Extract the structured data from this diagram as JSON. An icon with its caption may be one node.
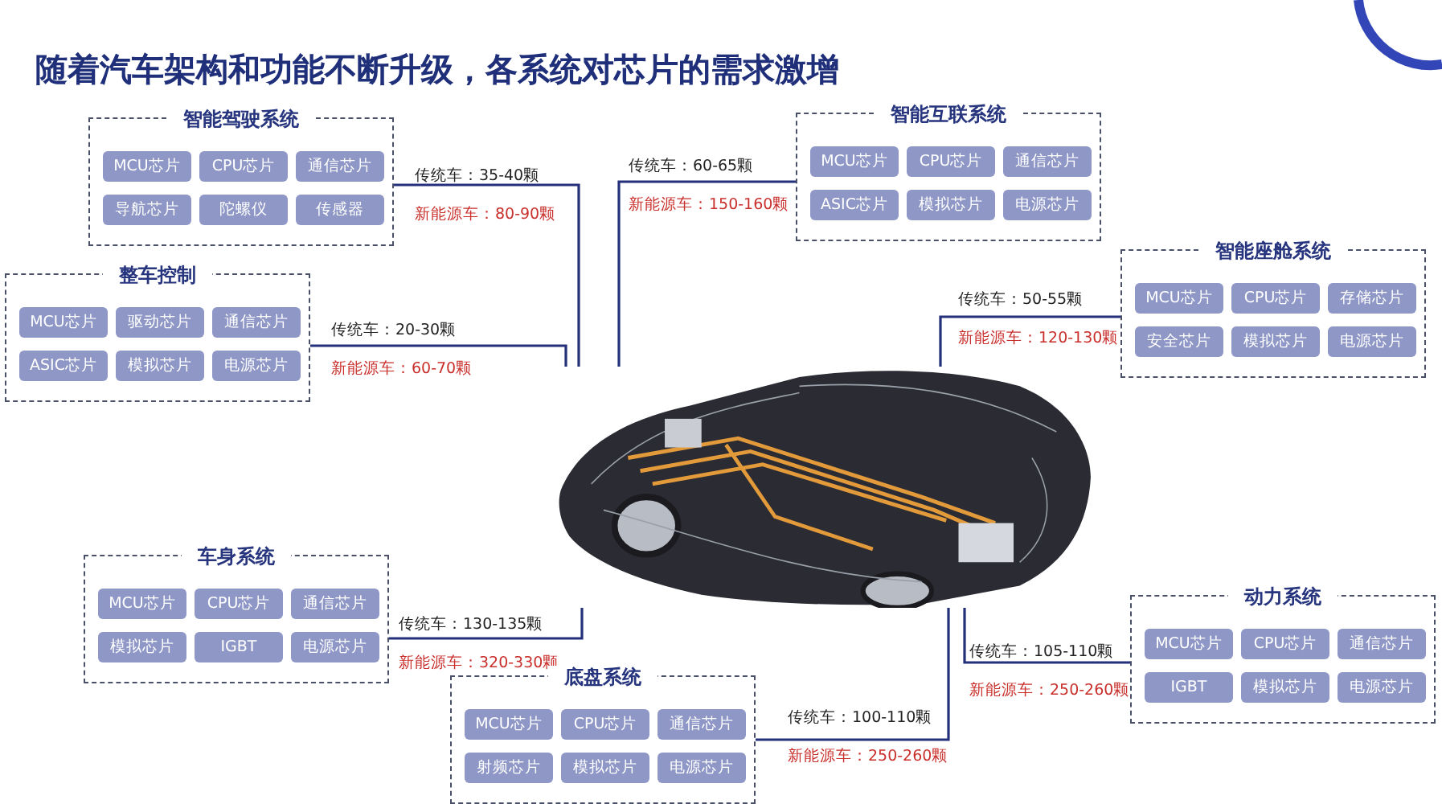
{
  "diagram": {
    "title": "随着汽车架构和功能不断升级，各系统对芯片的需求激增",
    "nodes": [
      {
        "text": [
          "智能驾驶系统"
        ],
        "beside": [
          "传统车：35-40颗",
          "新能源车：80-90颗"
        ]
      },
      {
        "text": [
          "MCU芯片"
        ],
        "in": 0
      },
      {
        "text": [
          "CPU芯片"
        ],
        "in": 0
      },
      {
        "text": [
          "通信芯片"
        ],
        "in": 0
      },
      {
        "text": [
          "导航芯片"
        ],
        "in": 0
      },
      {
        "text": [
          "陀螺仪"
        ],
        "in": 0
      },
      {
        "text": [
          "传感器"
        ],
        "in": 0
      },
      {
        "text": [
          "整车控制"
        ],
        "beside": [
          "传统车：20-30颗",
          "新能源车：60-70颗"
        ]
      },
      {
        "text": [
          "MCU芯片"
        ],
        "in": 7
      },
      {
        "text": [
          "驱动芯片"
        ],
        "in": 7
      },
      {
        "text": [
          "通信芯片"
        ],
        "in": 7
      },
      {
        "text": [
          "ASIC芯片"
        ],
        "in": 7
      },
      {
        "text": [
          "模拟芯片"
        ],
        "in": 7
      },
      {
        "text": [
          "电源芯片"
        ],
        "in": 7
      },
      {
        "text": [
          "智能互联系统"
        ],
        "beside": [
          "传统车：60-65颗",
          "新能源车：150-160颗"
        ]
      },
      {
        "text": [
          "MCU芯片"
        ],
        "in": 14
      },
      {
        "text": [
          "CPU芯片"
        ],
        "in": 14
      },
      {
        "text": [
          "通信芯片"
        ],
        "in": 14
      },
      {
        "text": [
          "ASIC芯片"
        ],
        "in": 14
      },
      {
        "text": [
          "模拟芯片"
        ],
        "in": 14
      },
      {
        "text": [
          "电源芯片"
        ],
        "in": 14
      },
      {
        "text": [
          "智能座舱系统"
        ],
        "beside": [
          "传统车：50-55颗",
          "新能源车：120-130颗"
        ]
      },
      {
        "text": [
          "MCU芯片"
        ],
        "in": 21
      },
      {
        "text": [
          "CPU芯片"
        ],
        "in": 21
      },
      {
        "text": [
          "存储芯片"
        ],
        "in": 21
      },
      {
        "text": [
          "安全芯片"
        ],
        "in": 21
      },
      {
        "text": [
          "模拟芯片"
        ],
        "in": 21
      },
      {
        "text": [
          "电源芯片"
        ],
        "in": 21
      },
      {
        "text": [],
        "shape": "picture"
      },
      {
        "text": [
          "车身系统"
        ],
        "beside": [
          "传统车：130-135颗",
          "新能源车：320-330颗"
        ]
      },
      {
        "text": [
          "MCU芯片"
        ],
        "in": 29
      },
      {
        "text": [
          "CPU芯片"
        ],
        "in": 29
      },
      {
        "text": [
          "通信芯片"
        ],
        "in": 29
      },
      {
        "text": [
          "模拟芯片"
        ],
        "in": 29
      },
      {
        "text": [
          "IGBT"
        ],
        "in": 29
      },
      {
        "text": [
          "电源芯片"
        ],
        "in": 29
      },
      {
        "text": [
          "底盘系统"
        ],
        "beside": [
          "传统车：100-110颗",
          "新能源车：250-260颗"
        ]
      },
      {
        "text": [
          "MCU芯片"
        ],
        "in": 36
      },
      {
        "text": [
          "CPU芯片"
        ],
        "in": 36
      },
      {
        "text": [
          "通信芯片"
        ],
        "in": 36
      },
      {
        "text": [
          "射频芯片"
        ],
        "in": 36
      },
      {
        "text": [
          "模拟芯片"
        ],
        "in": 36
      },
      {
        "text": [
          "电源芯片"
        ],
        "in": 36
      },
      {
        "text": [
          "动力系统"
        ],
        "beside": [
          "传统车：105-110颗",
          "新能源车：250-260颗"
        ]
      },
      {
        "text": [
          "MCU芯片"
        ],
        "in": 43
      },
      {
        "text": [
          "CPU芯片"
        ],
        "in": 43
      },
      {
        "text": [
          "通信芯片"
        ],
        "in": 43
      },
      {
        "text": [
          "IGBT"
        ],
        "in": 43
      },
      {
        "text": [
          "模拟芯片"
        ],
        "in": 43
      },
      {
        "text": [
          "电源芯片"
        ],
        "in": 43
      }
    ],
    "edges": [
      {
        "from": 0,
        "to": 28,
        "arrow": "none"
      },
      {
        "from": 7,
        "to": 28,
        "arrow": "none"
      },
      {
        "from": 14,
        "to": 28,
        "arrow": "none"
      },
      {
        "from": 21,
        "to": 28,
        "arrow": "none"
      },
      {
        "from": 29,
        "to": 28,
        "arrow": "none"
      },
      {
        "from": 36,
        "to": 28,
        "arrow": "none"
      },
      {
        "from": 43,
        "to": 28,
        "arrow": "none"
      }
    ]
  }
}
